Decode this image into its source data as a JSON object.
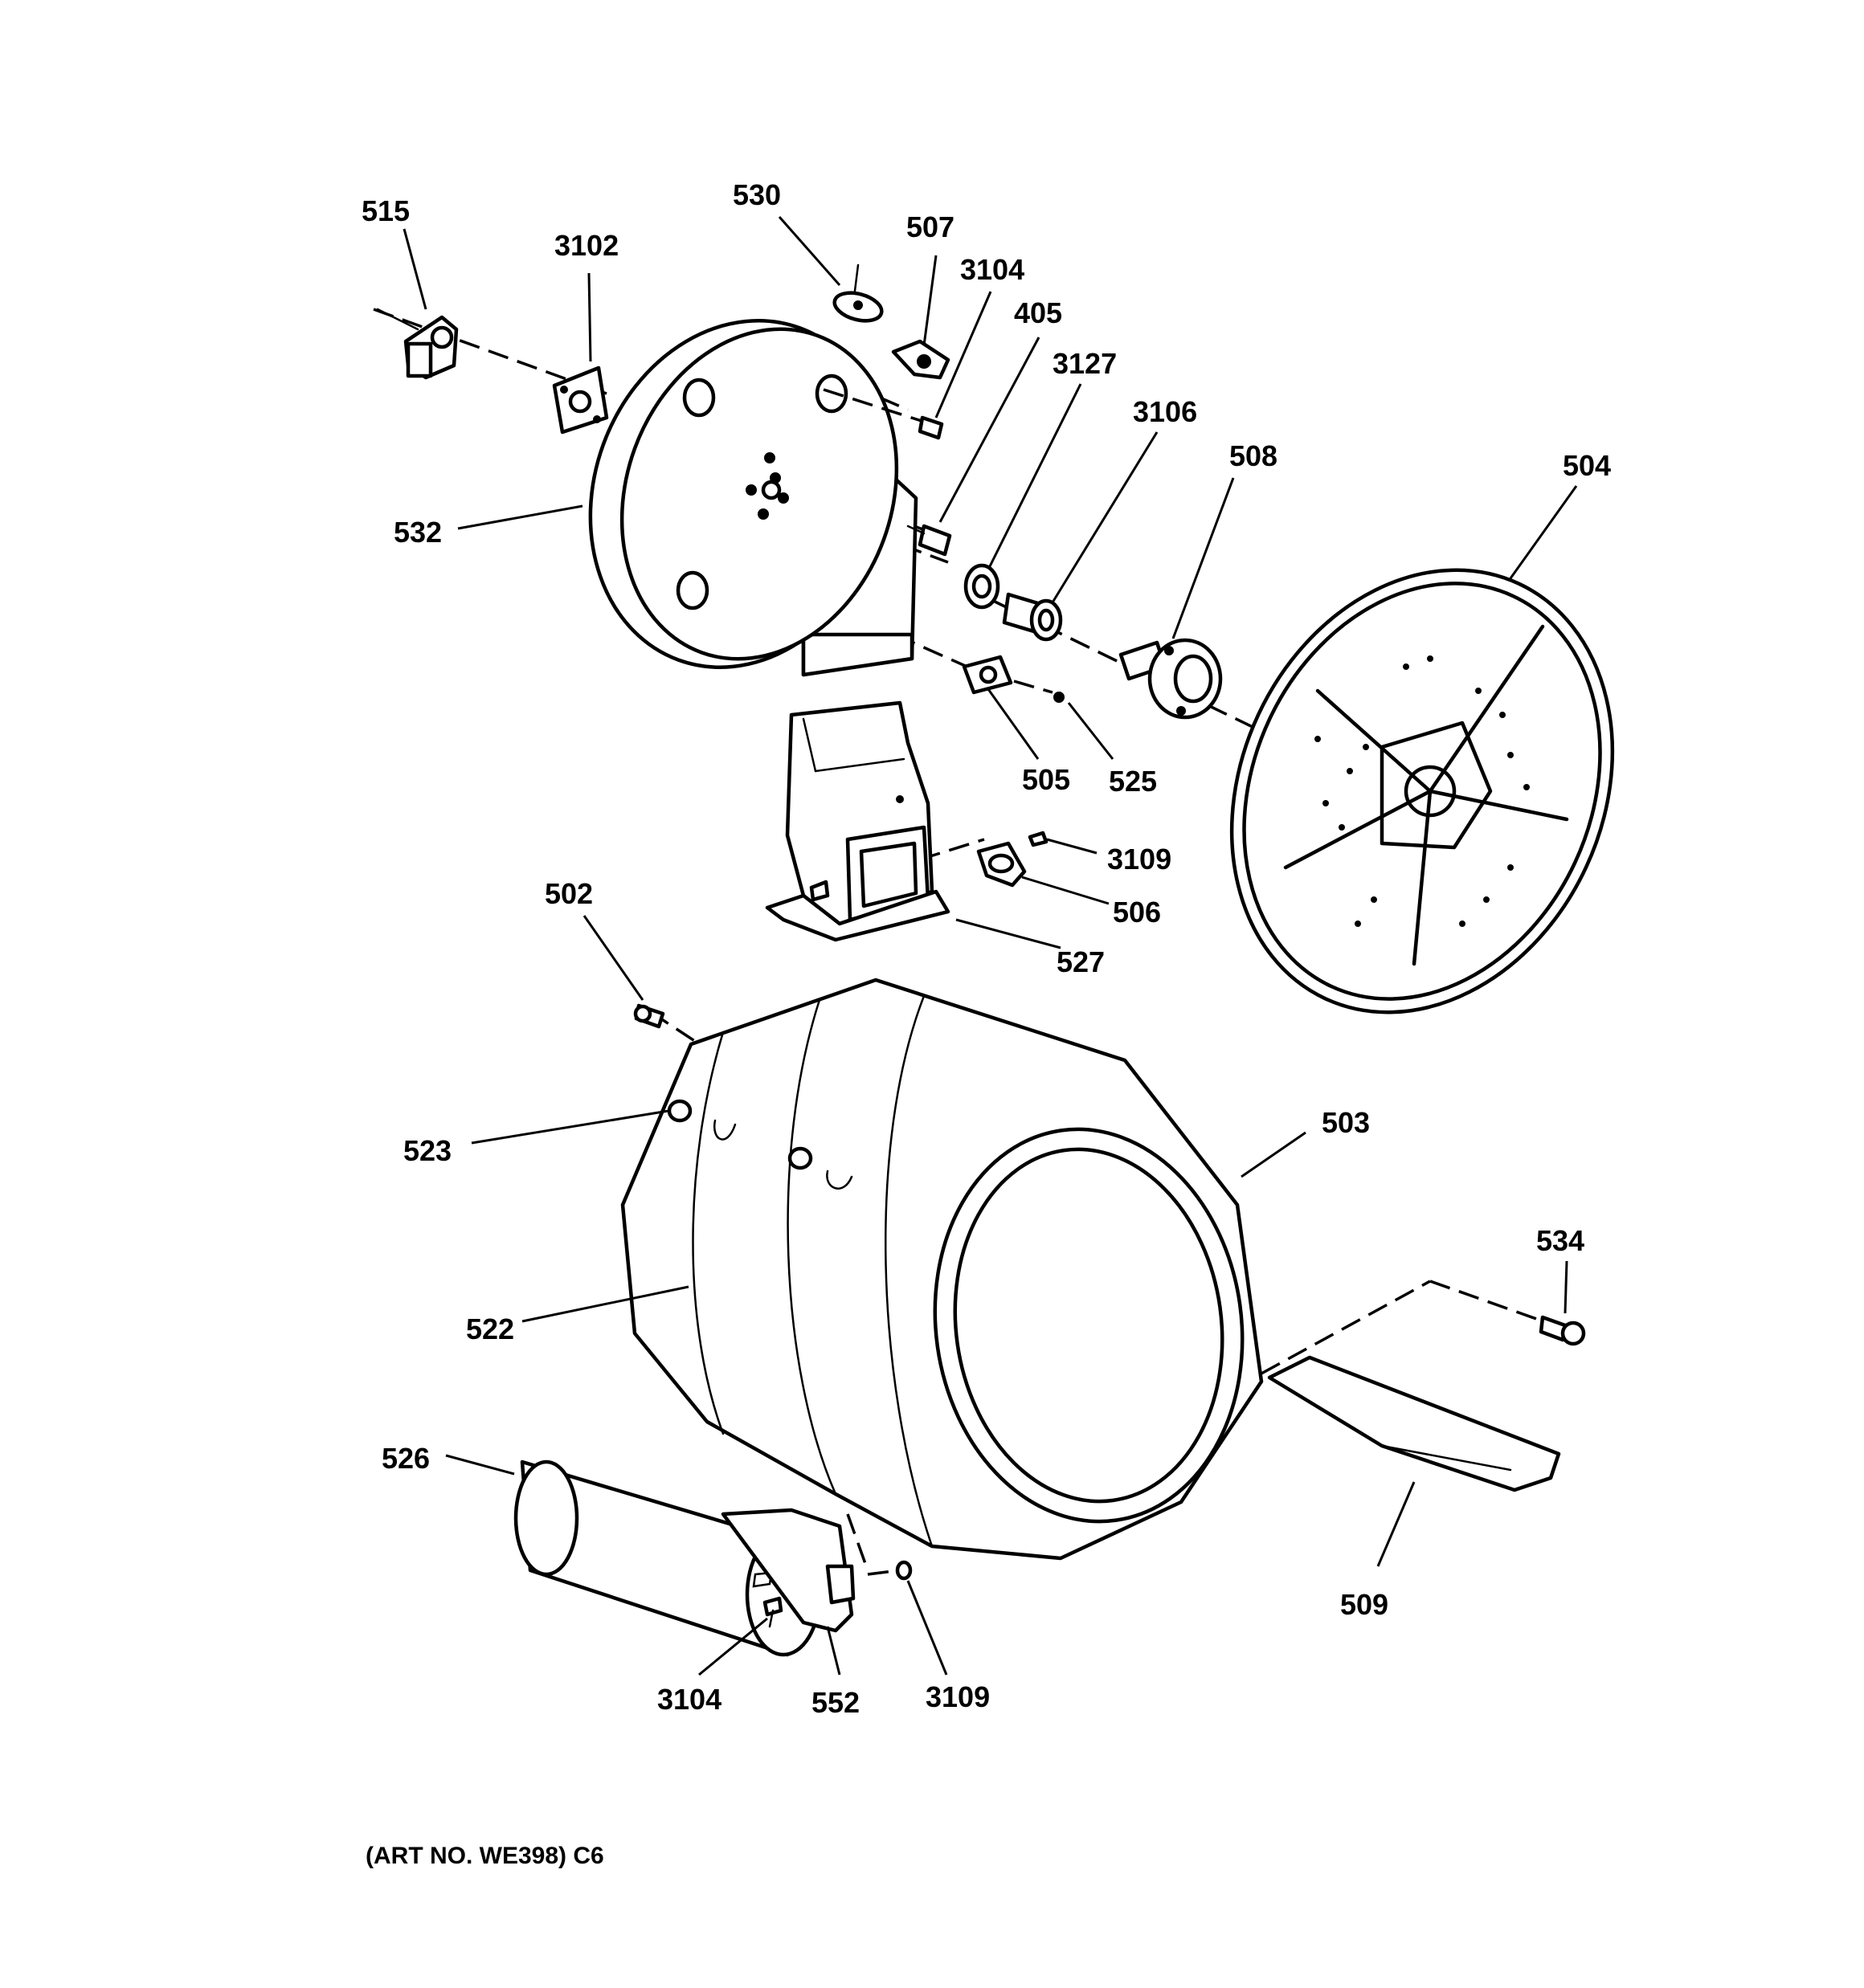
{
  "labels": {
    "p515": "515",
    "p3102": "3102",
    "p530": "530",
    "p507": "507",
    "p3104_top": "3104",
    "p405": "405",
    "p3127": "3127",
    "p3106": "3106",
    "p508": "508",
    "p504": "504",
    "p532": "532",
    "p505": "505",
    "p525": "525",
    "p3109_mid": "3109",
    "p506": "506",
    "p527": "527",
    "p502": "502",
    "p503": "503",
    "p523": "523",
    "p534": "534",
    "p522": "522",
    "p526": "526",
    "p509": "509",
    "p3104_bottom": "3104",
    "p552": "552",
    "p3109_bottom": "3109"
  },
  "art_note": "(ART NO. WE398) C6"
}
